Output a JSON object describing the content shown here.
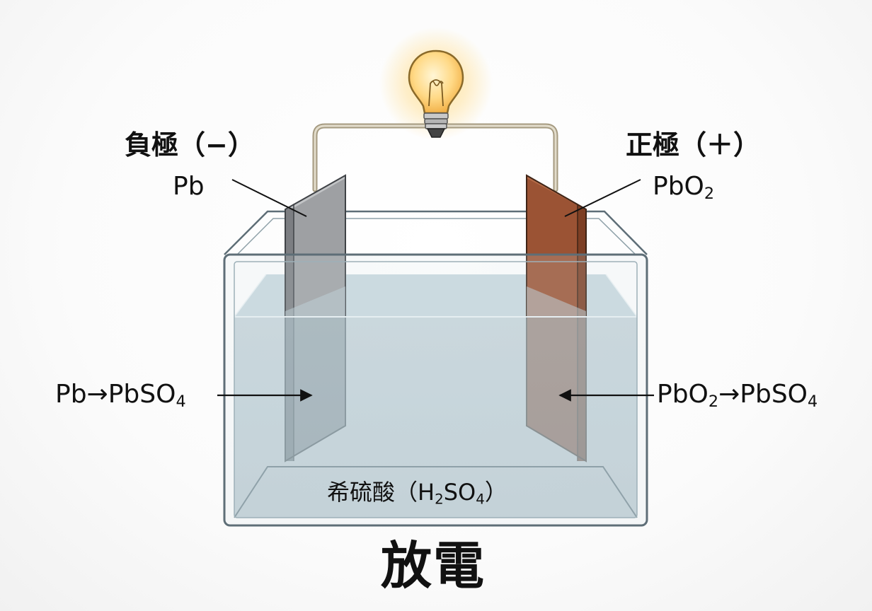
{
  "labels": {
    "negative_electrode": "負極（−）",
    "negative_material": "Pb",
    "positive_electrode": "正極（＋）",
    "positive_material_base": "PbO",
    "positive_material_sub": "2",
    "negative_reaction": {
      "left": "Pb→PbSO",
      "sub": "4"
    },
    "positive_reaction": {
      "a": "PbO",
      "a_sub": "2",
      "b": "→PbSO",
      "b_sub": "4"
    },
    "electrolyte": {
      "a": "希硫酸（H",
      "a_sub": "2",
      "b": "SO",
      "b_sub": "4",
      "c": "）"
    },
    "title": "放電"
  },
  "colors": {
    "negative_plate": "#9ea0a3",
    "positive_plate": "#9b5334",
    "electrolyte": "#9fb7c1",
    "tank_edge": "#5e6e77",
    "wire": "#c8bfa8",
    "bulb_glow": "#ffd77a"
  },
  "icons": [
    "light-bulb-icon"
  ]
}
